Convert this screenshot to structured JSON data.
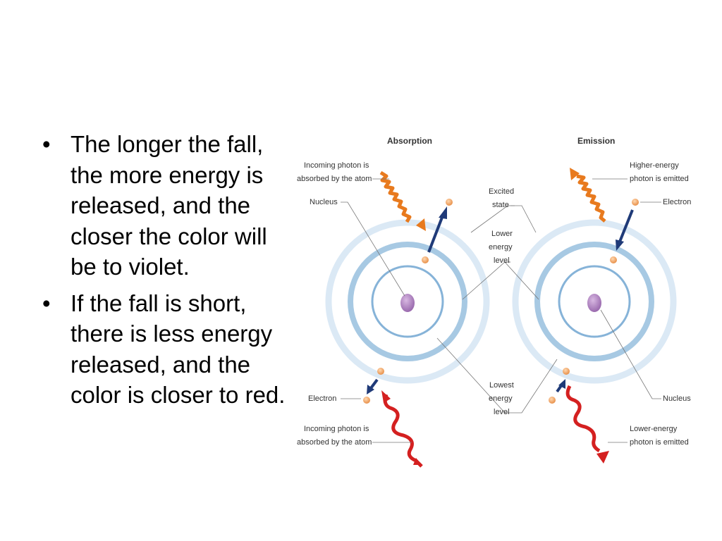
{
  "bullets": [
    "The longer the fall, the more energy is released, and the closer the color will be to violet.",
    "If the fall is short, there is less energy released, and the color is closer to red."
  ],
  "diagram": {
    "absorption": {
      "title": "Absorption",
      "incoming_top": [
        "Incoming photon is",
        "absorbed by the atom"
      ],
      "nucleus": "Nucleus",
      "electron": "Electron",
      "incoming_bottom": [
        "Incoming photon is",
        "absorbed by the atom"
      ]
    },
    "middle": {
      "excited": [
        "Excited",
        "state"
      ],
      "lower": [
        "Lower",
        "energy",
        "level"
      ],
      "lowest": [
        "Lowest",
        "energy",
        "level"
      ]
    },
    "emission": {
      "title": "Emission",
      "higher": [
        "Higher-energy",
        "photon is emitted"
      ],
      "electron": "Electron",
      "nucleus": "Nucleus",
      "lower": [
        "Lower-energy",
        "photon is emitted"
      ]
    },
    "colors": {
      "orbit_outer": "#d8e8f4",
      "orbit_mid": "#9ec3df",
      "orbit_inner": "#7fb0d6",
      "nucleus": "#a070b0",
      "electron": "#f0a060",
      "photon_high": "#e87a1e",
      "photon_low": "#d42020",
      "electron_arrow": "#1f3a78"
    }
  }
}
